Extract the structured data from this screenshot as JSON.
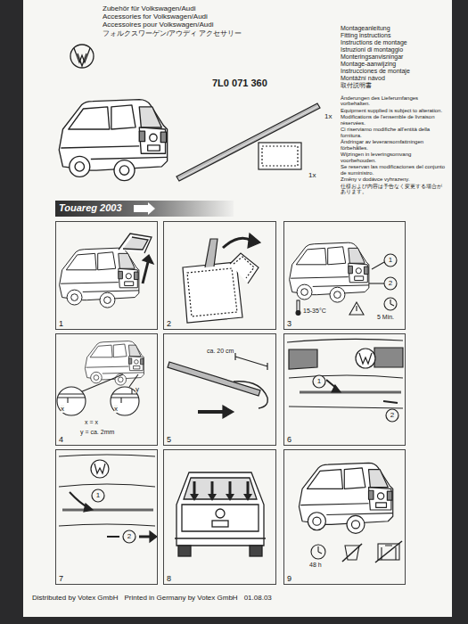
{
  "diagram": {
    "nodes": [
      {
        "text": [
          "Touareg 2003"
        ]
      },
      {
        "text": [
          "1"
        ]
      },
      {
        "text": [
          "2"
        ]
      },
      {
        "text": [
          "3"
        ]
      },
      {
        "text": [
          "4"
        ]
      },
      {
        "text": [
          "5"
        ]
      },
      {
        "text": [
          "6"
        ]
      },
      {
        "text": [
          "7"
        ]
      },
      {
        "text": [
          "8"
        ]
      },
      {
        "text": [
          "9"
        ]
      }
    ],
    "labels": [
      "Zubehör für Volkswagen/Audi",
      "Accessories for Volkswagen/Audi",
      "Accessoires pour Volkswagen/Audi",
      "フォルクスワーゲン/アウディ アクセサリー",
      "Montageanleitung",
      "Fitting instructions",
      "Instructions de montage",
      "Istruzioni di montaggio",
      "Monteringsanvisningar",
      "Montage-aanwijzing",
      "Instrucciones de montaje",
      "Montážní návod",
      "取付説明書",
      "7L0 071 360",
      "1x",
      "1x",
      "Änderungen des Lieferumfanges vorbehalten.",
      "Equipment supplied is subject to alteration.",
      "Modifications de l'ensemble de livraison réservées.",
      "Ci riserviamo modifiche all'entità della fornitura.",
      "Ändringar av leveransomfattningen förbehålles.",
      "Wijzingen in leveringsomvang voorbehouden.",
      "Se reservan las modificaciones del conjunto de suministro.",
      "Změny v dodávce vyhrazeny.",
      "仕様および内容は予告なく変更する場合があります。",
      "15-35°C",
      "5 Min.",
      "1",
      "2",
      "x",
      "x",
      "y",
      "x = x",
      "y = ca. 2mm",
      "ca. 20 cm",
      "1",
      "2",
      "1",
      "2",
      "48 h",
      "Distributed by Votex GmbH",
      "Printed in Germany by Votex GmbH",
      "01.08.03"
    ]
  }
}
